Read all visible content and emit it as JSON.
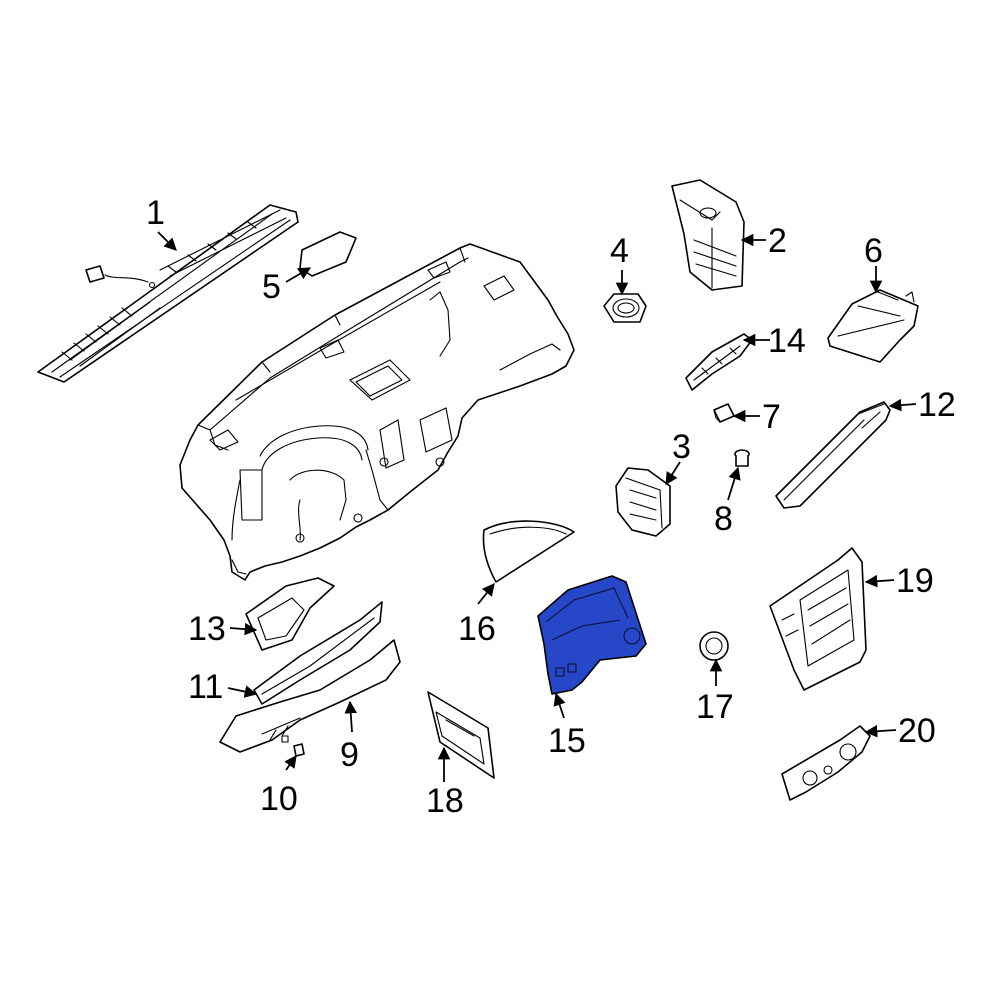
{
  "diagram": {
    "highlight_color": "#2747c9",
    "highlighted_part": "15",
    "callouts": [
      {
        "id": "1",
        "label": "1"
      },
      {
        "id": "2",
        "label": "2"
      },
      {
        "id": "3",
        "label": "3"
      },
      {
        "id": "4",
        "label": "4"
      },
      {
        "id": "5",
        "label": "5"
      },
      {
        "id": "6",
        "label": "6"
      },
      {
        "id": "7",
        "label": "7"
      },
      {
        "id": "8",
        "label": "8"
      },
      {
        "id": "9",
        "label": "9"
      },
      {
        "id": "10",
        "label": "10"
      },
      {
        "id": "11",
        "label": "11"
      },
      {
        "id": "12",
        "label": "12"
      },
      {
        "id": "13",
        "label": "13"
      },
      {
        "id": "14",
        "label": "14"
      },
      {
        "id": "15",
        "label": "15"
      },
      {
        "id": "16",
        "label": "16"
      },
      {
        "id": "17",
        "label": "17"
      },
      {
        "id": "18",
        "label": "18"
      },
      {
        "id": "19",
        "label": "19"
      },
      {
        "id": "20",
        "label": "20"
      }
    ]
  }
}
